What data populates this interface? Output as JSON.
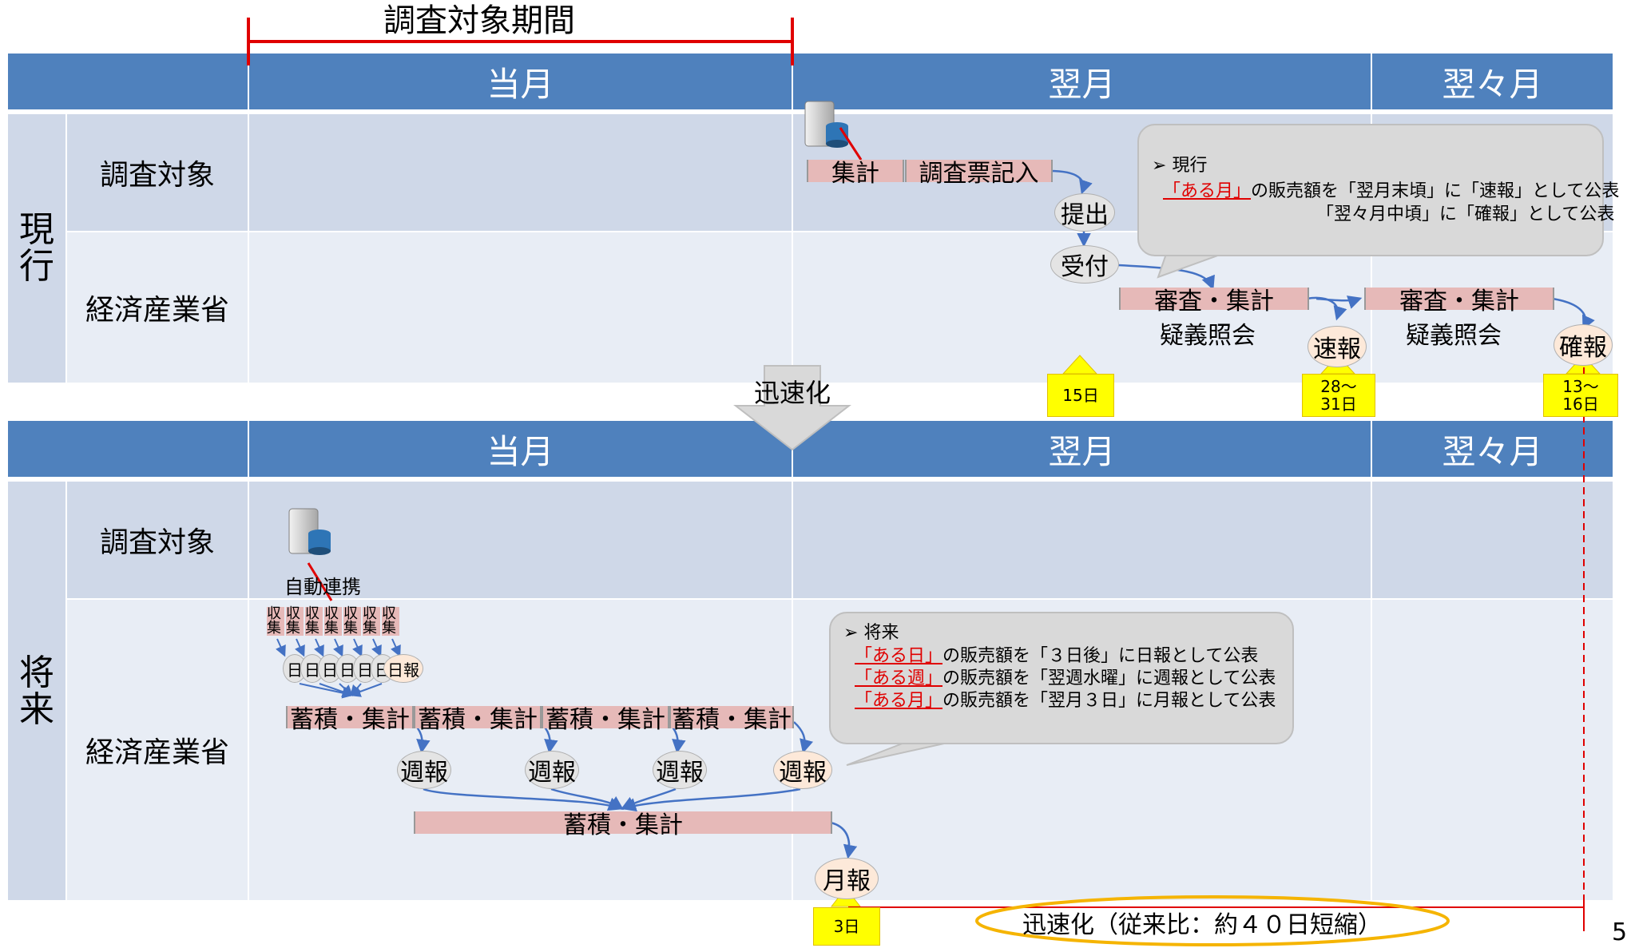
{
  "survey_period": "調査対象期間",
  "speedup": "迅速化",
  "current_label": "現行",
  "future_label": "将来",
  "months": {
    "m1": "当月",
    "m2": "翌月",
    "m3": "翌々月"
  },
  "rows": {
    "target": "調査対象",
    "ministry": "経済産業省"
  },
  "current": {
    "aggregate": "集計",
    "entry": "調査票記入",
    "submit": "提出",
    "receive": "受付",
    "review": "審査・集計",
    "inquiry": "疑義照会",
    "prelim": "速報",
    "final": "確報",
    "day15": "15日",
    "day28_1": "28～",
    "day28_2": "31日",
    "day13_1": "13～",
    "day13_2": "16日"
  },
  "current_callout": {
    "head": "現行",
    "l1_red": "「ある月」",
    "l1": "の販売額を「翌月末頃」に「速報」として公表",
    "l2": "「翌々月中頃」に「確報」として公表"
  },
  "future": {
    "auto_link": "自動連携",
    "collect": "収集",
    "day": "日",
    "daily": "日報",
    "accumulate": "蓄積・集計",
    "weekly": "週報",
    "monthly": "月報",
    "day3": "3日",
    "result": "迅速化（従来比：約４０日短縮）"
  },
  "future_callout": {
    "head": "将来",
    "l1_red": "「ある日」",
    "l1": "の販売額を「３日後」に日報として公表",
    "l2_red": "「ある週」",
    "l2": "の販売額を「翌週水曜」に週報として公表",
    "l3_red": "「ある月」",
    "l3": "の販売額を「翌月３日」に月報として公表"
  },
  "page_number": "5",
  "colors": {
    "header": "#4f81bd",
    "band_dark": "#cfd8e8",
    "band_light": "#e8edf5",
    "bar": "#e6b9b8",
    "highlight": "#ffff00",
    "accent_red": "#e00000",
    "ellipse": "#f5b400"
  }
}
